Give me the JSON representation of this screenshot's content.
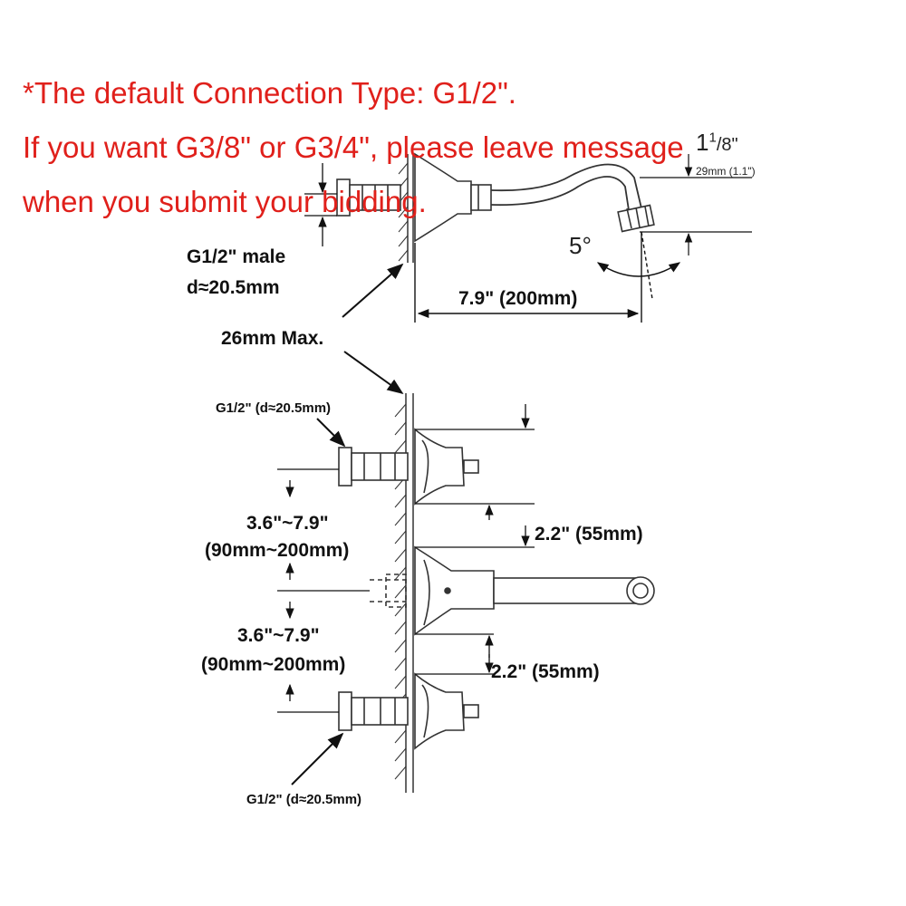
{
  "notice": {
    "line1": "*The default Connection Type: G1/2\".",
    "line2": "If you want G3/8\" or G3/4\", please leave message",
    "line3": "when you submit your bidding.",
    "color": "#e0201b"
  },
  "labels": {
    "top_connection": "G1/2\" male",
    "top_diameter": "d≈20.5mm",
    "wall_max": "26mm Max.",
    "spout_length": "7.9\" (200mm)",
    "angle": "5°",
    "spout_height_fraction_whole": "1",
    "spout_height_fraction_num": "1",
    "spout_height_fraction_den": "/8\"",
    "spout_height_mm": "29mm (1.1\")",
    "upper_inlet": "G1/2\" (d≈20.5mm)",
    "lower_inlet": "G1/2\" (d≈20.5mm)",
    "spacing_upper_in": "3.6\"~7.9\"",
    "spacing_upper_mm": "(90mm~200mm)",
    "spacing_lower_in": "3.6\"~7.9\"",
    "spacing_lower_mm": "(90mm~200mm)",
    "offset_upper": "2.2\" (55mm)",
    "offset_lower": "2.2\" (55mm)"
  }
}
